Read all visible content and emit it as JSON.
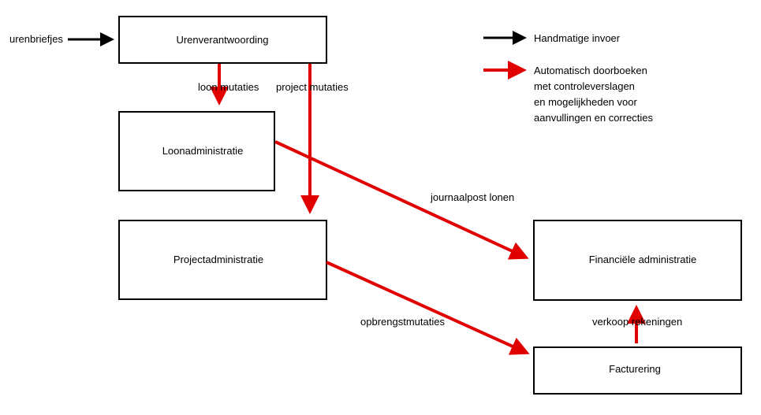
{
  "boxes": {
    "urenverantwoording": "Urenverantwoording",
    "loonadministratie": "Loonadministratie",
    "projectadministratie": "Projectadministratie",
    "financiele_administratie": "Financiële administratie",
    "facturering": "Facturering"
  },
  "labels": {
    "input": "urenbriefjes",
    "loon_mutaties": "loon mutaties",
    "project_mutaties": "project mutaties",
    "journaalpost": "journaalpost lonen",
    "opbrengst": "opbrengstmutaties",
    "verkoop": "verkoop rekeningen"
  },
  "legend": {
    "manual": "Handmatige invoer",
    "auto_lines": [
      "Automatisch doorboeken",
      "met controleverslagen",
      "en mogelijkheden voor",
      "aanvullingen en correcties"
    ]
  },
  "colors": {
    "manual": "#000000",
    "auto": "#e00000"
  }
}
